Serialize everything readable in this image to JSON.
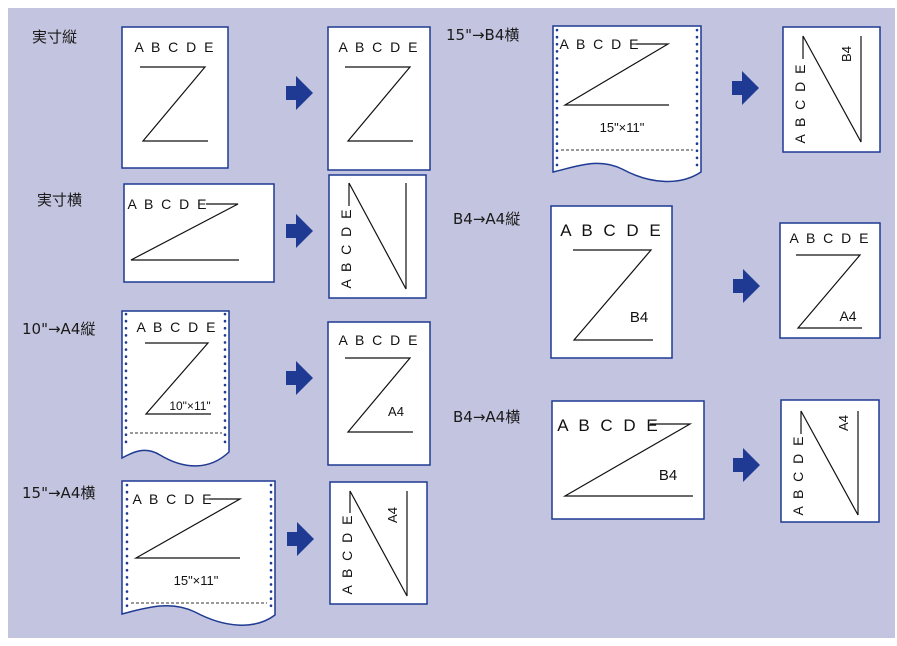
{
  "colors": {
    "panel": "#c3c4df",
    "paper": "#ffffff",
    "border": "#1f3a93",
    "arrow": "#1f3a93",
    "ink": "#111111"
  },
  "sections": [
    {
      "id": "s1",
      "label": "実寸縦"
    },
    {
      "id": "s2",
      "label": "実寸横"
    },
    {
      "id": "s3",
      "label": "10\"→A4縦"
    },
    {
      "id": "s4",
      "label": "15\"→A4横"
    },
    {
      "id": "s5",
      "label": "15\"→B4横"
    },
    {
      "id": "s6",
      "label": "B4→A4縦"
    },
    {
      "id": "s7",
      "label": "B4→A4横"
    }
  ],
  "sample_letters": "A B C D E",
  "size_labels": {
    "b4": "B4",
    "a4": "A4",
    "fanfold_10": "10\"×11\"",
    "fanfold_15": "15\"×11\""
  },
  "icons": {
    "arrow": "right-arrow-icon"
  }
}
